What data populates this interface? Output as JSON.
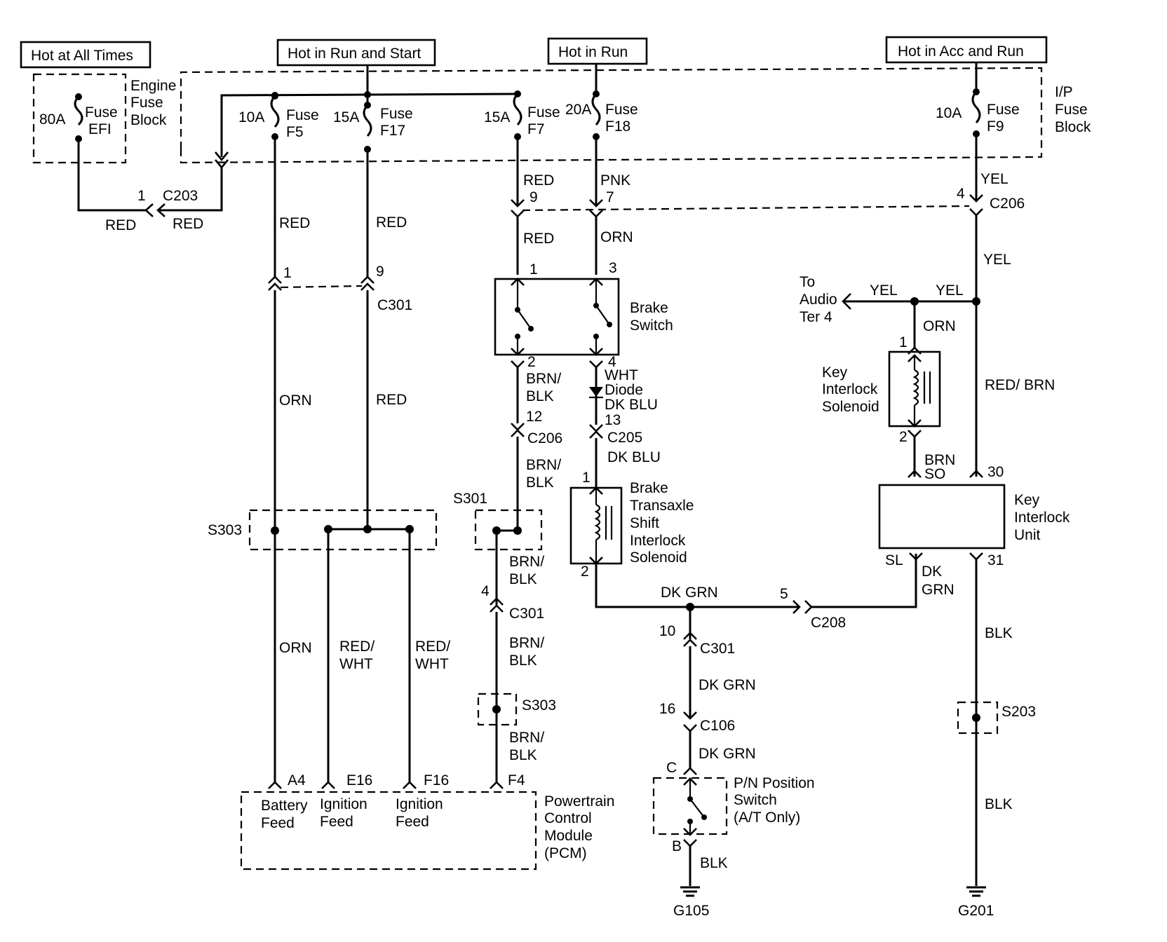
{
  "headers": {
    "hot_all": "Hot at All Times",
    "hot_run_start": "Hot in Run and Start",
    "hot_run": "Hot in Run",
    "hot_acc_run": "Hot in Acc and Run"
  },
  "fuse_blocks": {
    "engine": [
      "Engine",
      "Fuse",
      "Block"
    ],
    "ip": [
      "I/P",
      "Fuse",
      "Block"
    ]
  },
  "fuses": {
    "efi": {
      "rating": "80A",
      "name": [
        "Fuse",
        "EFI"
      ]
    },
    "f5": {
      "rating": "10A",
      "name": [
        "Fuse",
        "F5"
      ]
    },
    "f17": {
      "rating": "15A",
      "name": [
        "Fuse",
        "F17"
      ]
    },
    "f7": {
      "rating": "15A",
      "name": [
        "Fuse",
        "F7"
      ]
    },
    "f18": {
      "rating": "20A",
      "name": [
        "Fuse",
        "F18"
      ]
    },
    "f9": {
      "rating": "10A",
      "name": [
        "Fuse",
        "F9"
      ]
    }
  },
  "connectors": {
    "c203": "C203",
    "c206": "C206",
    "c301": "C301",
    "c205": "C205",
    "c208": "C208",
    "c106": "C106",
    "s303": "S303",
    "s301": "S301",
    "s203": "S203"
  },
  "pins": {
    "c203_1": "1",
    "c206_9": "9",
    "c206_7": "7",
    "c206_4": "4",
    "c301_1": "1",
    "c301_9": "9",
    "brake_1": "1",
    "brake_3": "3",
    "brake_2": "2",
    "brake_4": "4",
    "c206_12": "12",
    "c205_13": "13",
    "bts_1": "1",
    "bts_2": "2",
    "c301_4": "4",
    "c208_5": "5",
    "c301_10": "10",
    "c106_16": "16",
    "pn_c": "C",
    "pn_b": "B",
    "kis_1": "1",
    "kis_2": "2",
    "kiu_30": "30",
    "kiu_31": "31",
    "kiu_sl": "SL",
    "kiu_so": "SO",
    "pcm_a4": "A4",
    "pcm_e16": "E16",
    "pcm_f16": "F16",
    "pcm_f4": "F4"
  },
  "wires": {
    "red": "RED",
    "orn": "ORN",
    "pnk": "PNK",
    "yel": "YEL",
    "brn_blk": [
      "BRN/",
      "BLK"
    ],
    "red_wht": [
      "RED/",
      "WHT"
    ],
    "wht": "WHT",
    "dk_blu": "DK BLU",
    "dk_grn": "DK GRN",
    "dk_grn_split": [
      "DK",
      "GRN"
    ],
    "brn": "BRN",
    "red_brn": "RED/ BRN",
    "blk": "BLK",
    "diode": "Diode"
  },
  "components": {
    "brake_switch": [
      "Brake",
      "Switch"
    ],
    "bts_solenoid": [
      "Brake",
      "Transaxle",
      "Shift",
      "Interlock",
      "Solenoid"
    ],
    "ki_solenoid": [
      "Key",
      "Interlock",
      "Solenoid"
    ],
    "ki_unit": [
      "Key",
      "Interlock",
      "Unit"
    ],
    "audio": [
      "To",
      "Audio",
      "Ter 4"
    ],
    "pn_switch": [
      "P/N Position",
      "Switch",
      "(A/T Only)"
    ],
    "pcm": [
      "Powertrain",
      "Control",
      "Module",
      "(PCM)"
    ],
    "pcm_battery": [
      "Battery",
      "Feed"
    ],
    "pcm_ign1": [
      "Ignition",
      "Feed"
    ],
    "pcm_ign2": [
      "Ignition",
      "Feed"
    ]
  },
  "grounds": {
    "g105": "G105",
    "g201": "G201"
  }
}
